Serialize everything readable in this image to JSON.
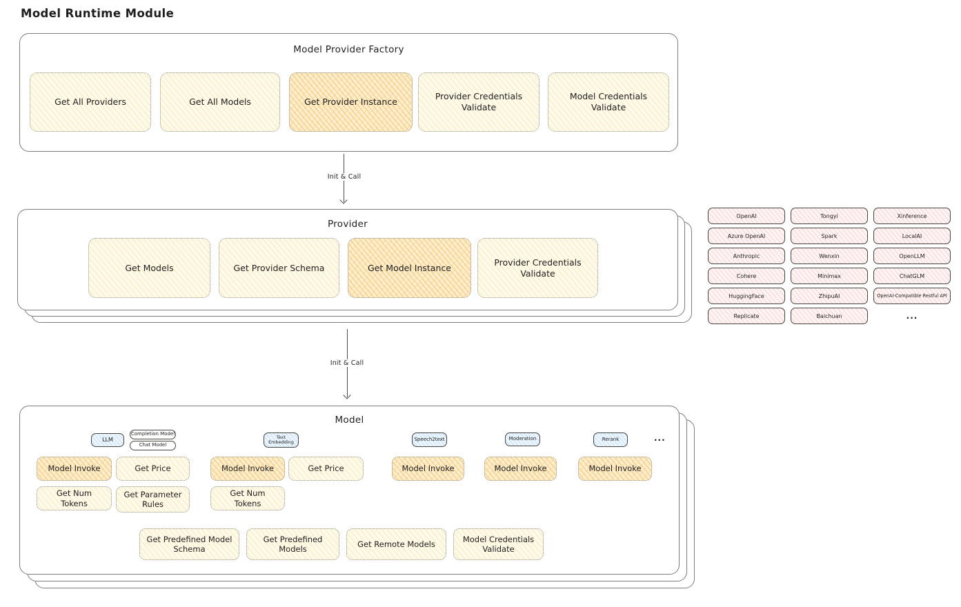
{
  "title": "Model Runtime Module",
  "arrows": {
    "init_call_1": "Init & Call",
    "init_call_2": "Init & Call"
  },
  "factory": {
    "title": "Model Provider Factory",
    "buttons": [
      {
        "label": "Get All Providers",
        "highlight": false
      },
      {
        "label": "Get All Models",
        "highlight": false
      },
      {
        "label": "Get Provider Instance",
        "highlight": true
      },
      {
        "label": "Provider Credentials Validate",
        "highlight": false
      },
      {
        "label": "Model Credentials Validate",
        "highlight": false
      }
    ]
  },
  "provider": {
    "title": "Provider",
    "buttons": [
      {
        "label": "Get Models",
        "highlight": false
      },
      {
        "label": "Get Provider Schema",
        "highlight": false
      },
      {
        "label": "Get Model Instance",
        "highlight": true
      },
      {
        "label": "Provider Credentials Validate",
        "highlight": false
      }
    ]
  },
  "provider_list": {
    "columns": [
      [
        "OpenAI",
        "Azure OpenAI",
        "Anthropic",
        "Cohere",
        "HuggingFace",
        "Replicate"
      ],
      [
        "Tongyi",
        "Spark",
        "Wenxin",
        "Minimax",
        "ZhipuAI",
        "Baichuan"
      ],
      [
        "Xinference",
        "LocalAI",
        "OpenLLM",
        "ChatGLM",
        "OpenAI-Compatible Restful API"
      ]
    ],
    "more_label": "..."
  },
  "model": {
    "title": "Model",
    "groups": [
      {
        "tag": "LLM",
        "subtags": [
          "Completion Model",
          "Chat Model"
        ],
        "buttons": [
          {
            "label": "Model Invoke",
            "highlight": true
          },
          {
            "label": "Get Price",
            "highlight": false
          },
          {
            "label": "Get Num Tokens",
            "highlight": false
          },
          {
            "label": "Get Parameter Rules",
            "highlight": false
          }
        ]
      },
      {
        "tag": "Text Embedding",
        "buttons": [
          {
            "label": "Model Invoke",
            "highlight": true
          },
          {
            "label": "Get Price",
            "highlight": false
          },
          {
            "label": "Get Num Tokens",
            "highlight": false
          }
        ]
      },
      {
        "tag": "Speech2text",
        "buttons": [
          {
            "label": "Model Invoke",
            "highlight": true
          }
        ]
      },
      {
        "tag": "Moderation",
        "buttons": [
          {
            "label": "Model Invoke",
            "highlight": true
          }
        ]
      },
      {
        "tag": "Rerank",
        "buttons": [
          {
            "label": "Model Invoke",
            "highlight": true
          }
        ]
      }
    ],
    "more_label": "...",
    "bottom_buttons": [
      "Get Predefined Model Schema",
      "Get Predefined Models",
      "Get Remote Models",
      "Model Credentials Validate"
    ]
  },
  "colors": {
    "action_fill": "#fefaea",
    "action_hatch": "#f3d98f",
    "action_highlight_fill": "#fdeecd",
    "action_highlight_hatch": "#f0b95e",
    "provider_fill": "#fdf4f3",
    "provider_hatch": "#eeaaa3",
    "tag_fill": "#ecf5fd",
    "tag_hatch": "#8cbeeb",
    "shape_border": "#45453f",
    "container_border": "#7c7c7c",
    "text": "#1e1e1e"
  }
}
